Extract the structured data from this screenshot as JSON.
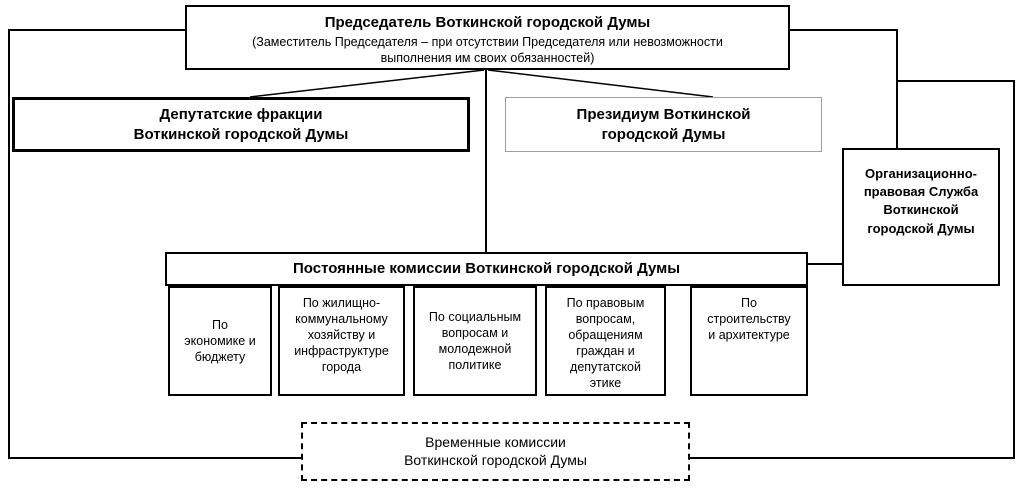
{
  "chart": {
    "chairman": {
      "title": "Председатель Воткинской городской Думы",
      "subtitle": "(Заместитель Председателя – при отсутствии Председателя или невозможности\nвыполнения им своих обязанностей)"
    },
    "factions_label": "Депутатские фракции\nВоткинской городской Думы",
    "presidium_label": "Президиум Воткинской\nгородской Думы",
    "org_legal_service_label": "Организационно-\nправовая Служба\nВоткинской\nгородской Думы",
    "permanent_commissions_title": "Постоянные комиссии Воткинской городской Думы",
    "commissions": [
      {
        "label": "По\nэкономике и\nбюджету"
      },
      {
        "label": "По жилищно-\nкоммунальному\nхозяйству и\nинфраструктуре\nгорода"
      },
      {
        "label": "По социальным\nвопросам и\nмолодежной\nполитике"
      },
      {
        "label": "По правовым\nвопросам,\nобращениям\nграждан и\nдепутатской\nэтике"
      },
      {
        "label": "По\nстроительству\nи архитектуре"
      }
    ],
    "temporary_commissions_label": "Временные комиссии\nВоткинской городской Думы",
    "colors": {
      "line": "#000000",
      "box_border": "#000000",
      "presidium_border": "#9e9e9e",
      "background": "#ffffff",
      "text": "#000000"
    }
  }
}
